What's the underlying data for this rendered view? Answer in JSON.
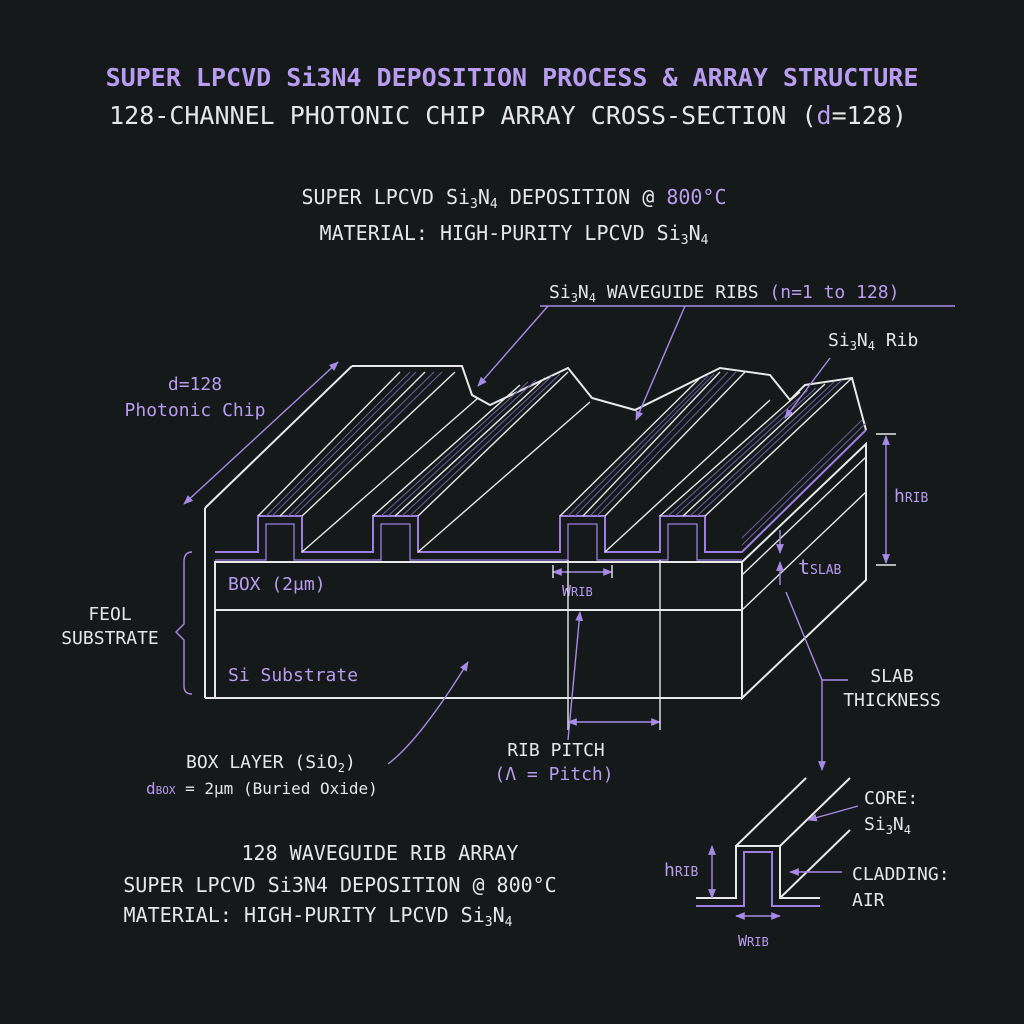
{
  "title": {
    "line1": "SUPER LPCVD Si3N4 DEPOSITION PROCESS & ARRAY STRUCTURE",
    "line2_prefix": "128-CHANNEL PHOTONIC CHIP ARRAY CROSS-SECTION (",
    "line2_accent": "d",
    "line2_suffix": "=128)"
  },
  "header": {
    "line1_prefix": "SUPER LPCVD Si",
    "line1_sub1": "3",
    "line1_mid": "N",
    "line1_sub2": "4",
    "line1_mid2": " DEPOSITION @ ",
    "line1_temp": "800°C",
    "line2_prefix": "MATERIAL: HIGH-PURITY LPCVD Si",
    "line2_sub1": "3",
    "line2_mid": "N",
    "line2_sub2": "4"
  },
  "labels": {
    "ribs_prefix": "Si",
    "ribs_sub1": "3",
    "ribs_mid": "N",
    "ribs_sub2": "4",
    "ribs_text": " WAVEGUIDE RIBS ",
    "ribs_range": "(n=1 to 128)",
    "rib_prefix": "Si",
    "rib_sub1": "3",
    "rib_mid": "N",
    "rib_sub2": "4",
    "rib_text": " Rib",
    "chip_line1": "d=128",
    "chip_line2": "Photonic Chip",
    "h_rib_main": "h",
    "h_rib_sub": "RIB",
    "t_slab_main": "t",
    "t_slab_sub": "SLAB",
    "w_rib_main": "W",
    "w_rib_sub": "RIB",
    "box_inside": "BOX (2μm)",
    "si_substrate": "Si Substrate",
    "feol_line1": "FEOL",
    "feol_line2": "SUBSTRATE",
    "slab_line1": "SLAB",
    "slab_line2": "THICKNESS",
    "rib_pitch_line1": "RIB PITCH",
    "rib_pitch_line2": "(Λ = Pitch)",
    "box_layer_prefix": "BOX LAYER (SiO",
    "box_layer_sub": "2",
    "box_layer_suffix": ")",
    "dbox_main": "d",
    "dbox_sub": "BOX",
    "dbox_text": " = 2μm (Buried Oxide)"
  },
  "footer": {
    "line1": "128 WAVEGUIDE RIB ARRAY",
    "line2": "SUPER LPCVD Si3N4 DEPOSITION @ 800°C",
    "line3_prefix": "MATERIAL: HIGH-PURITY LPCVD Si",
    "line3_sub1": "3",
    "line3_mid": "N",
    "line3_sub2": "4"
  },
  "detail": {
    "core_line1": "CORE:",
    "core_prefix": "Si",
    "core_sub1": "3",
    "core_mid": "N",
    "core_sub2": "4",
    "cladding_line1": "CLADDING:",
    "cladding_line2": "AIR",
    "h_rib_main": "h",
    "h_rib_sub": "RIB",
    "w_rib_main": "W",
    "w_rib_sub": "RIB"
  },
  "colors": {
    "background": "#15191a",
    "accent": "#b79cf0",
    "line": "#e8e8e8"
  }
}
